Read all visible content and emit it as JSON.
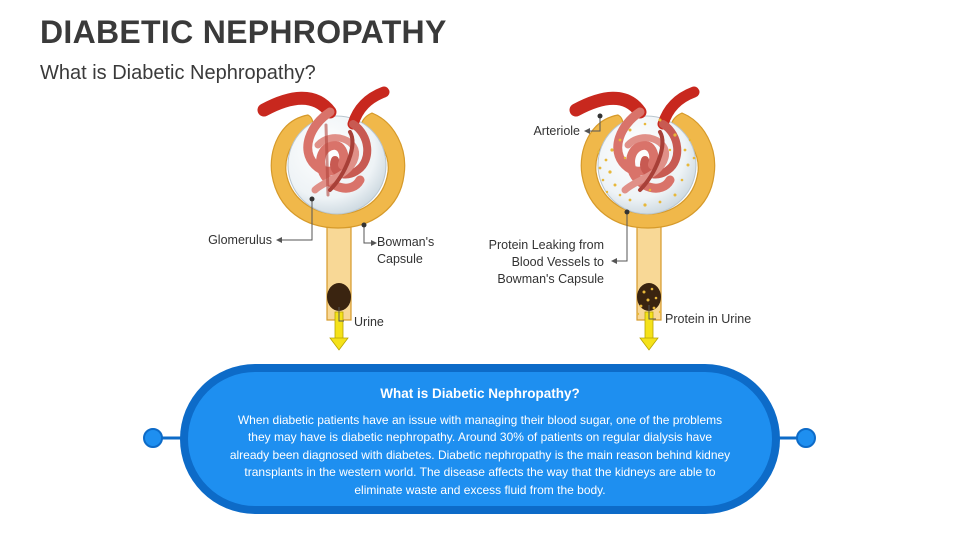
{
  "header": {
    "title": "DIABETIC NEPHROPATHY",
    "subtitle": "What is Diabetic Nephropathy?"
  },
  "left_diagram": {
    "labels": {
      "glomerulus": "Glomerulus",
      "bowmans_capsule": "Bowman's Capsule",
      "urine": "Urine"
    }
  },
  "right_diagram": {
    "labels": {
      "arteriole": "Arteriole",
      "protein_leaking": "Protein Leaking from Blood Vessels to Bowman's Capsule",
      "protein_in_urine": "Protein in Urine"
    }
  },
  "info_box": {
    "title": "What is Diabetic Nephropathy?",
    "body": "When diabetic patients have an issue with managing their blood sugar, one of the problems they may have is diabetic nephropathy. Around 30% of patients on regular dialysis have already been diagnosed with diabetes. Diabetic nephropathy is the main reason behind kidney transplants in the western world. The disease affects the way that the kidneys are able to eliminate waste and excess fluid from the body."
  },
  "colors": {
    "capsule": "#F0B84A",
    "capsule_stroke": "#D69A2A",
    "vessel": "#C8281E",
    "glomerulus": "#D9736A",
    "arrow": "#F5E21A",
    "box_fill": "#1E8FF0",
    "box_border": "#0D6BC8",
    "protein_dots": "#E8B83A"
  }
}
